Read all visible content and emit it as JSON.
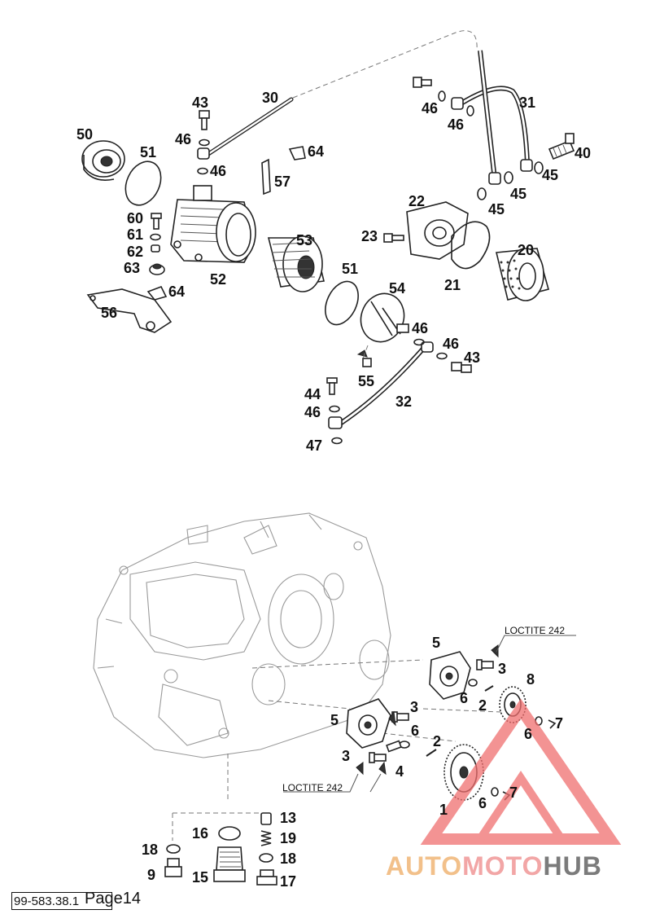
{
  "diagram": {
    "upper_labels": [
      "43",
      "30",
      "31",
      "46",
      "46",
      "50",
      "51",
      "46",
      "46",
      "64",
      "40",
      "57",
      "45",
      "45",
      "22",
      "45",
      "60",
      "61",
      "23",
      "53",
      "20",
      "62",
      "63",
      "51",
      "52",
      "21",
      "64",
      "54",
      "56",
      "46",
      "46",
      "43",
      "55",
      "32",
      "44",
      "46",
      "47"
    ],
    "lower_labels": [
      "5",
      "3",
      "8",
      "LOCTITE 242",
      "6",
      "2",
      "5",
      "3",
      "6",
      "7",
      "6",
      "2",
      "3",
      "4",
      "LOCTITE 242",
      "7",
      "6",
      "1",
      "13",
      "16",
      "19",
      "18",
      "18",
      "9",
      "15",
      "17"
    ]
  },
  "footer": {
    "reference": "99-583.38.1",
    "page": "Page14"
  },
  "watermark": {
    "auto": "AUTO",
    "moto": "MOTO",
    "hub": "HUB"
  }
}
